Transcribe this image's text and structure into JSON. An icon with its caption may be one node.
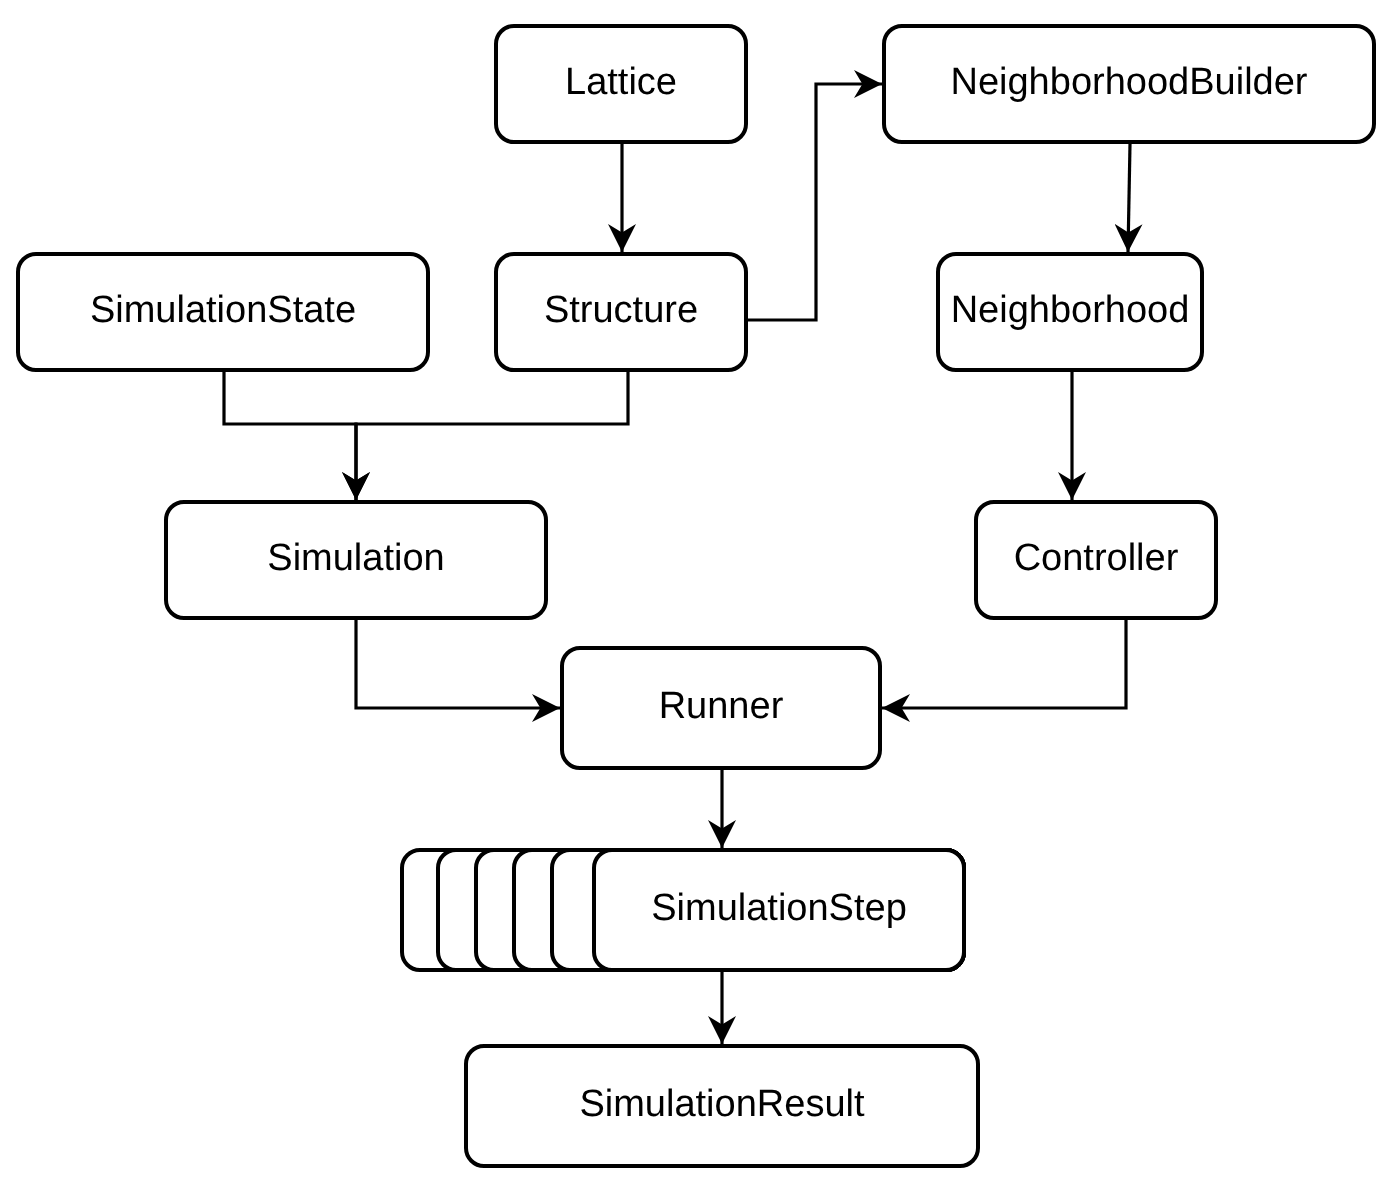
{
  "diagram": {
    "nodes": [
      {
        "text": [
          "Lattice"
        ]
      },
      {
        "text": [
          "NeighborhoodBuilder"
        ]
      },
      {
        "text": [
          "SimulationState"
        ]
      },
      {
        "text": [
          "Structure"
        ]
      },
      {
        "text": [
          "Neighborhood"
        ]
      },
      {
        "text": [
          "Simulation"
        ]
      },
      {
        "text": [
          "Controller"
        ]
      },
      {
        "text": [
          "Runner"
        ]
      },
      {
        "text": [
          "SimulationStep"
        ]
      },
      {
        "text": [
          "SimulationResult"
        ]
      }
    ],
    "edges": [
      {
        "from": 0,
        "to": 3,
        "arrow": "to"
      },
      {
        "from": 3,
        "to": 1,
        "arrow": "to"
      },
      {
        "from": 1,
        "to": 4,
        "arrow": "to"
      },
      {
        "from": 2,
        "to": 5,
        "arrow": "to"
      },
      {
        "from": 3,
        "to": 5,
        "arrow": "to"
      },
      {
        "from": 4,
        "to": 6,
        "arrow": "to"
      },
      {
        "from": 5,
        "to": 7,
        "arrow": "to"
      },
      {
        "from": 6,
        "to": 7,
        "arrow": "to"
      },
      {
        "from": 7,
        "to": 8,
        "arrow": "to"
      },
      {
        "from": 8,
        "to": 9,
        "arrow": "to"
      }
    ]
  }
}
